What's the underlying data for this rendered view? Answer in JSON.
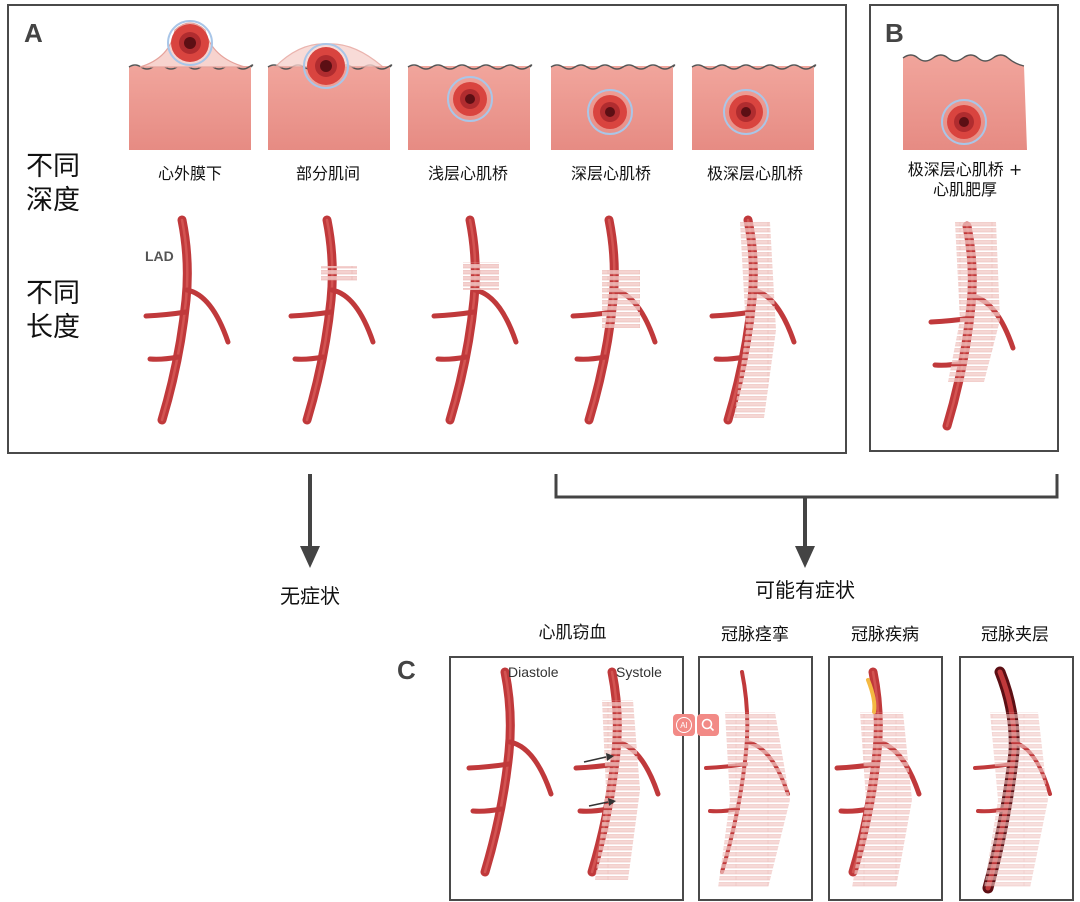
{
  "panel_letters": {
    "a": "A",
    "b": "B",
    "c": "C"
  },
  "row_labels": {
    "depth": "不同\n深度",
    "length": "不同\n长度"
  },
  "depth_captions": [
    "心外膜下",
    "部分肌间",
    "浅层心肌桥",
    "深层心肌桥",
    "极深层心肌桥"
  ],
  "panel_b_caption": "极深层心肌桥 +\n心肌肥厚",
  "artery_label": "LAD",
  "outcomes": {
    "no_symptoms": "无症状",
    "possible_symptoms": "可能有症状"
  },
  "conditions": [
    "心肌窃血",
    "冠脉痉挛",
    "冠脉疾病",
    "冠脉夹层"
  ],
  "phase_labels": {
    "diastole": "Diastole",
    "systole": "Systole"
  },
  "overlay_buttons": {
    "ai": "AI",
    "search": "search-icon"
  },
  "colors": {
    "artery": "#c0393b",
    "tissue": "#ec9a92",
    "vessel_ring": "#a9c6e8",
    "panel_border": "#4a4a4a",
    "band": "#f2c9c6"
  }
}
